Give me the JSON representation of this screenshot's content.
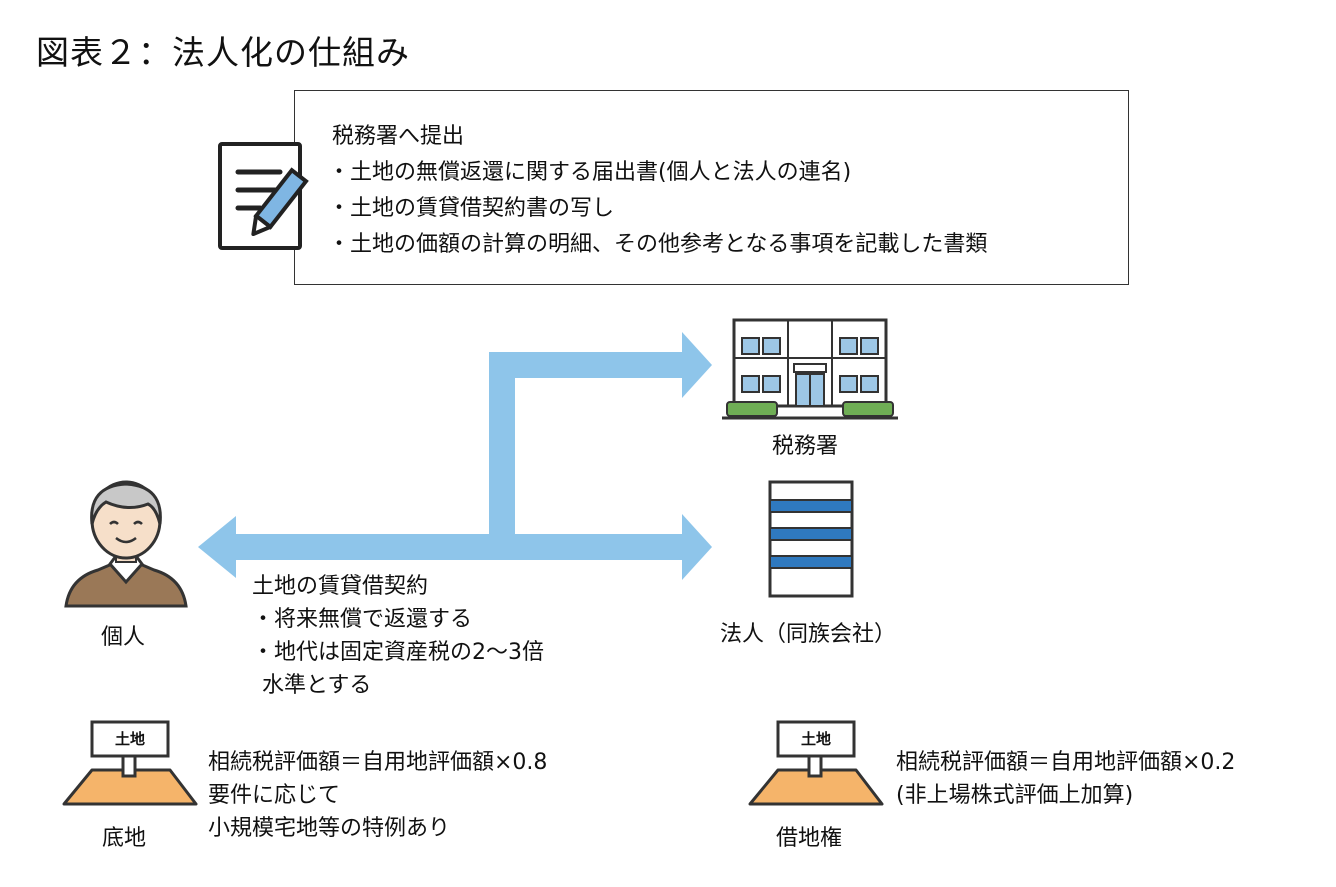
{
  "title": "図表２：法人化の仕組み",
  "submission": {
    "heading": "税務署へ提出",
    "items": [
      "・土地の無償返還に関する届出書(個人と法人の連名)",
      "・土地の賃貸借契約書の写し",
      "・土地の価額の計算の明細、その他参考となる事項を記載した書類"
    ]
  },
  "tax_office": {
    "label": "税務署"
  },
  "corporation": {
    "label": "法人（同族会社）"
  },
  "individual": {
    "label": "個人"
  },
  "lease_contract": {
    "heading": "土地の賃貸借契約",
    "items": [
      "・将来無償で返還する",
      "・地代は固定資産税の2〜3倍",
      "水準とする"
    ]
  },
  "land_left": {
    "sign": "土地",
    "label": "底地",
    "lines": [
      "相続税評価額＝自用地評価額×0.8",
      "要件に応じて",
      "小規模宅地等の特例あり"
    ]
  },
  "land_right": {
    "sign": "土地",
    "label": "借地権",
    "lines": [
      "相続税評価額＝自用地評価額×0.2",
      "(非上場株式評価上加算)"
    ]
  },
  "colors": {
    "arrow": "#8ec5ea",
    "building_blue": "#9dc7e6",
    "corp_stripe": "#2f79bf",
    "shrub": "#6fae55",
    "land_fill": "#f5b46a",
    "person_shirt": "#9a7857",
    "person_skin": "#f6dfc9",
    "person_hair": "#c8c8c8"
  }
}
